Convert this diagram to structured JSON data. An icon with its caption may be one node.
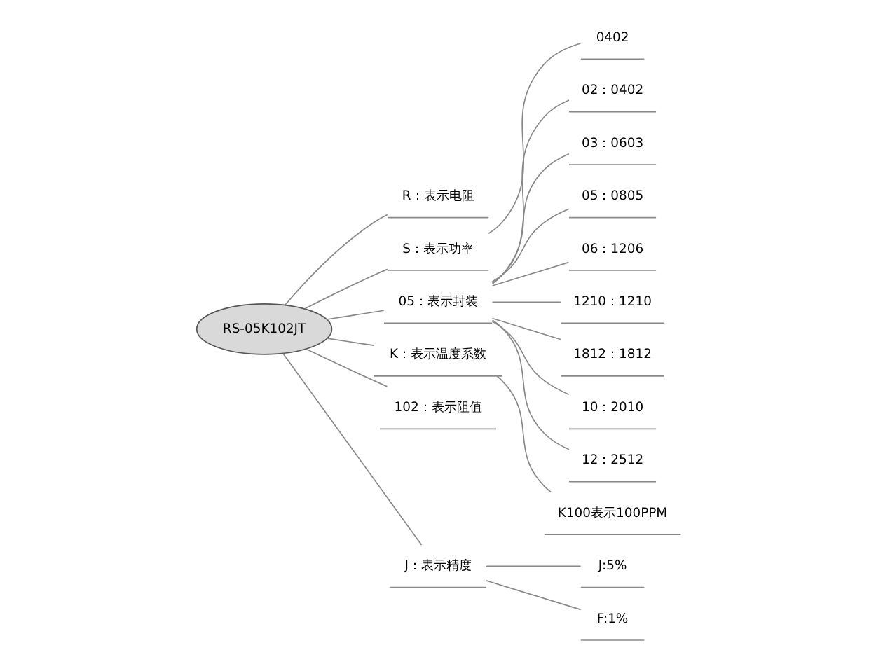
{
  "diagram": {
    "nodes": [
      {
        "text": [
          "RS-05K102JT"
        ]
      },
      {
        "text": [
          "R：表示电阻"
        ]
      },
      {
        "text": [
          "S：表示功率"
        ]
      },
      {
        "text": [
          "0402"
        ]
      },
      {
        "text": [
          "05：表示封装"
        ]
      },
      {
        "text": [
          "02：0402"
        ]
      },
      {
        "text": [
          "03：0603"
        ]
      },
      {
        "text": [
          "05：0805"
        ]
      },
      {
        "text": [
          "06：1206"
        ]
      },
      {
        "text": [
          "1210：1210"
        ]
      },
      {
        "text": [
          "1812：1812"
        ]
      },
      {
        "text": [
          "10：2010"
        ]
      },
      {
        "text": [
          "12：2512"
        ]
      },
      {
        "text": [
          "K：表示温度系数"
        ]
      },
      {
        "text": [
          "K100表示100PPM"
        ]
      },
      {
        "text": [
          "102：表示阻值"
        ]
      },
      {
        "text": [
          "J：表示精度"
        ]
      },
      {
        "text": [
          "J:5%"
        ]
      },
      {
        "text": [
          "F:1%"
        ]
      }
    ],
    "edges": [
      {
        "from": 0,
        "to": 1,
        "arrow": "none"
      },
      {
        "from": 0,
        "to": 2,
        "arrow": "none"
      },
      {
        "from": 2,
        "to": 3,
        "arrow": "none"
      },
      {
        "from": 0,
        "to": 4,
        "arrow": "none"
      },
      {
        "from": 4,
        "to": 5,
        "arrow": "none"
      },
      {
        "from": 4,
        "to": 6,
        "arrow": "none"
      },
      {
        "from": 4,
        "to": 7,
        "arrow": "none"
      },
      {
        "from": 4,
        "to": 8,
        "arrow": "none"
      },
      {
        "from": 4,
        "to": 9,
        "arrow": "none"
      },
      {
        "from": 4,
        "to": 10,
        "arrow": "none"
      },
      {
        "from": 4,
        "to": 11,
        "arrow": "none"
      },
      {
        "from": 4,
        "to": 12,
        "arrow": "none"
      },
      {
        "from": 0,
        "to": 13,
        "arrow": "none"
      },
      {
        "from": 13,
        "to": 14,
        "arrow": "none"
      },
      {
        "from": 0,
        "to": 15,
        "arrow": "none"
      },
      {
        "from": 0,
        "to": 16,
        "arrow": "none"
      },
      {
        "from": 16,
        "to": 17,
        "arrow": "none"
      },
      {
        "from": 16,
        "to": 18,
        "arrow": "none"
      }
    ]
  }
}
